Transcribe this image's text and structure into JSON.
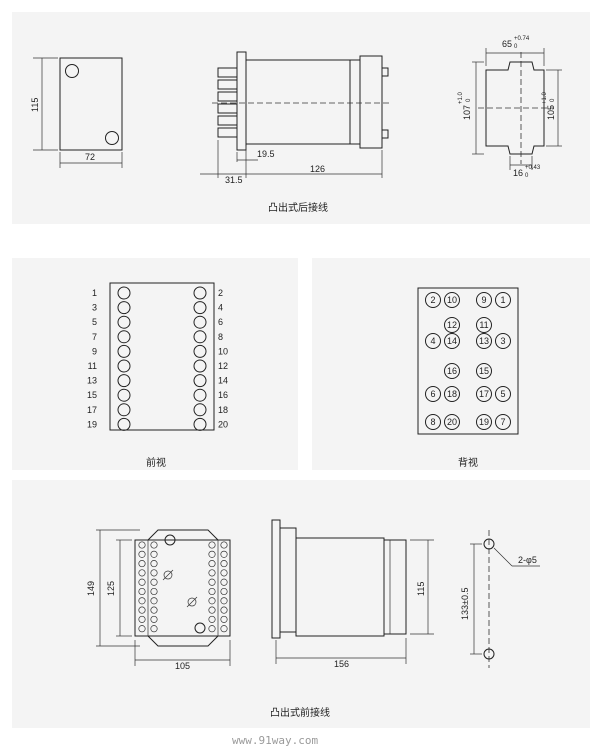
{
  "top": {
    "caption": "凸出式后接线",
    "dim_height": "115",
    "dim_width": "72",
    "dim_a": "19.5",
    "dim_b": "31.5",
    "dim_c": "126",
    "dim_65": "65",
    "dim_65_tol": "+0.74",
    "dim_65_tol0": "0",
    "dim_107": "107",
    "dim_107_tol": "+1.0",
    "dim_107_tol0": "0",
    "dim_105": "105",
    "dim_105_tol": "+1.0",
    "dim_105_tol0": "0",
    "dim_16": "16",
    "dim_16_tol": "+0.43",
    "dim_16_tol0": "0"
  },
  "front": {
    "caption": "前视",
    "left_numbers": [
      "1",
      "3",
      "5",
      "7",
      "9",
      "11",
      "13",
      "15",
      "17",
      "19"
    ],
    "right_numbers": [
      "2",
      "4",
      "6",
      "8",
      "10",
      "12",
      "14",
      "16",
      "18",
      "20"
    ]
  },
  "back": {
    "caption": "背视",
    "rows": [
      [
        "2",
        "10",
        "9",
        "1"
      ],
      [
        "12",
        "11"
      ],
      [
        "4",
        "14",
        "13",
        "3"
      ],
      [
        "16",
        "15"
      ],
      [
        "6",
        "18",
        "17",
        "5"
      ],
      [
        "8",
        "20",
        "19",
        "7"
      ]
    ]
  },
  "bottom": {
    "caption": "凸出式前接线",
    "dim_149": "149",
    "dim_125": "125",
    "dim_105": "105",
    "dim_115": "115",
    "dim_156": "156",
    "dim_133": "133±0.5",
    "dim_hole": "2-φ5"
  },
  "watermark": "www.91way.com"
}
